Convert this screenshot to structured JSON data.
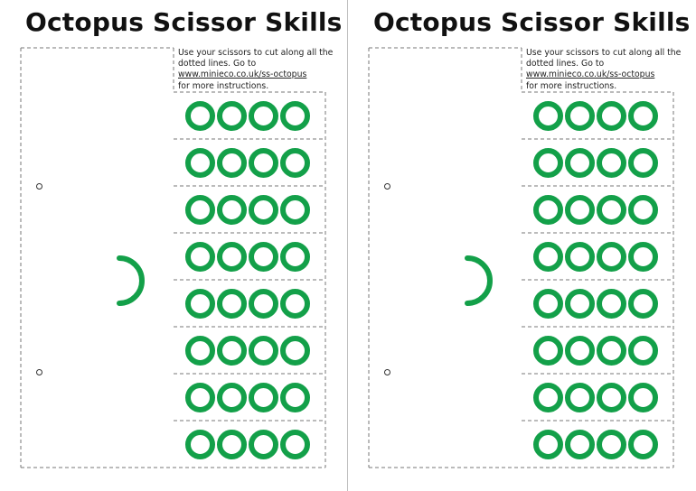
{
  "sheets": [
    {
      "title": "Octopus Scissor Skills",
      "instructions": {
        "line1": "Use your scissors to cut along all the",
        "line2": "dotted lines. Go to",
        "link": "www.minieco.co.uk/ss-octopus",
        "line4": "for more instructions."
      }
    },
    {
      "title": "Octopus Scissor Skills",
      "instructions": {
        "line1": "Use your scissors to cut along all the",
        "line2": "dotted lines. Go to",
        "link": "www.minieco.co.uk/ss-octopus",
        "line4": "for more instructions."
      }
    }
  ],
  "strips": {
    "count": 8,
    "rings_per_strip": 4
  },
  "colors": {
    "ring": "#13a049",
    "cut_line": "#777777",
    "text": "#111111",
    "divider": "#bdbdbd"
  }
}
